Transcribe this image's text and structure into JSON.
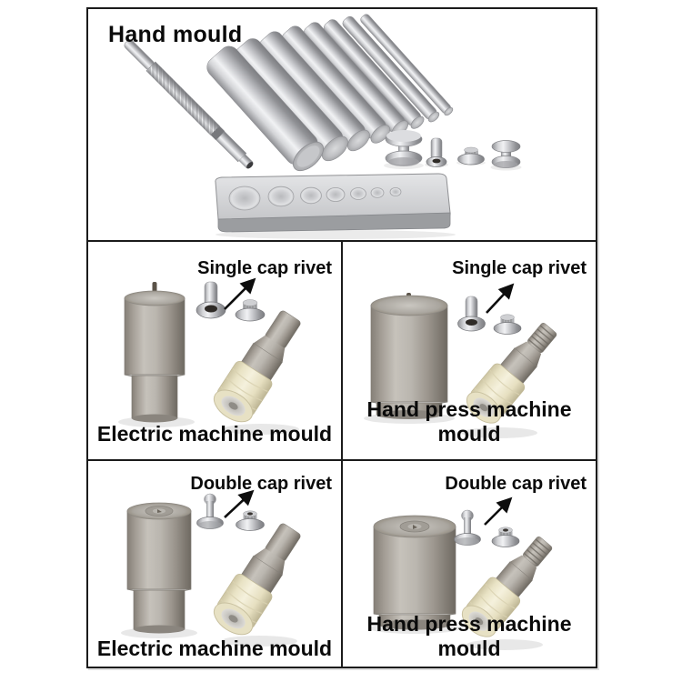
{
  "frame": {
    "title": "Hand mould",
    "border_color": "#1b1b1b",
    "background": "#ffffff"
  },
  "quadrants": [
    {
      "callout": "Single cap rivet",
      "caption": "Electric machine mould"
    },
    {
      "callout": "Single cap rivet",
      "caption": "Hand press machine mould"
    },
    {
      "callout": "Double cap rivet",
      "caption": "Electric machine mould"
    },
    {
      "callout": "Double cap rivet",
      "caption": "Hand press machine mould"
    }
  ],
  "colors": {
    "text": "#0a0a0a",
    "arrow": "#0d0d0d",
    "metal_highlight": "#f1f2f4",
    "metal_mid": "#b7b4ae",
    "metal_shadow": "#6e6961",
    "nylon_sleeve": "#f5f1dd",
    "rivet_hole": "#2f2b27"
  }
}
